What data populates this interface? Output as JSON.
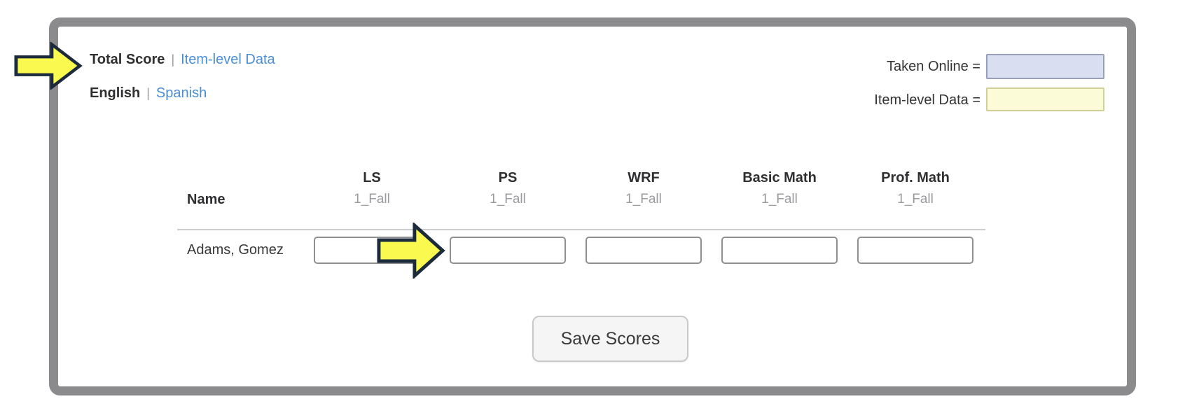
{
  "header": {
    "score_view": {
      "active": "Total Score",
      "divider": "|",
      "link": "Item-level Data"
    },
    "language": {
      "active": "English",
      "divider": "|",
      "link": "Spanish"
    }
  },
  "legend": {
    "rows": [
      {
        "label": "Taken Online =",
        "fill": "#d9def0",
        "border": "#97a0ba"
      },
      {
        "label": "Item-level Data =",
        "fill": "#fbfbd7",
        "border": "#cfcf96"
      }
    ]
  },
  "table": {
    "name_header": "Name",
    "columns": [
      {
        "label": "LS",
        "sub": "1_Fall"
      },
      {
        "label": "PS",
        "sub": "1_Fall"
      },
      {
        "label": "WRF",
        "sub": "1_Fall"
      },
      {
        "label": "Basic Math",
        "sub": "1_Fall"
      },
      {
        "label": "Prof. Math",
        "sub": "1_Fall"
      }
    ],
    "rows": [
      {
        "name": "Adams, Gomez",
        "values": [
          "",
          "",
          "",
          "",
          ""
        ]
      }
    ]
  },
  "actions": {
    "save_label": "Save Scores"
  },
  "annotations": {
    "arrows": [
      {
        "points_at": "Total Score toggle"
      },
      {
        "points_at": "PS score input"
      }
    ],
    "arrow_fill": "#f9f94f",
    "arrow_outline": "#1c2b3c"
  },
  "colors": {
    "link_blue": "#4a8ed5",
    "panel_border": "#8b8b8d",
    "muted_text": "#9b9b9f",
    "header_rule": "#cdcdcf",
    "input_border": "#8f8f91",
    "button_bg": "#f5f5f5"
  }
}
